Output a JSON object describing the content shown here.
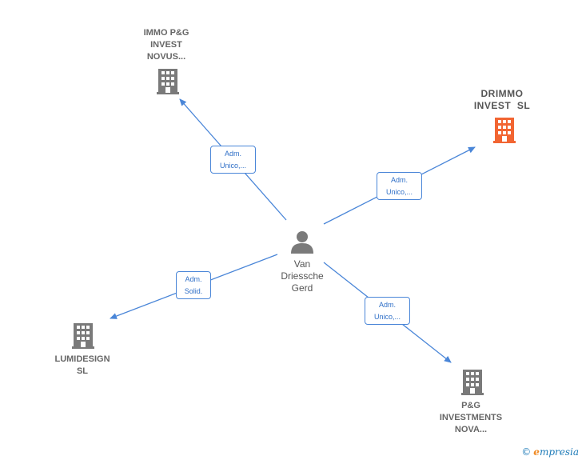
{
  "colors": {
    "edge": "#4a86d8",
    "building": "#7a7a7a",
    "building_highlight": "#f26532",
    "person": "#7a7a7a"
  },
  "center": {
    "name_lines": [
      "Van",
      "Driessche",
      "Gerd"
    ],
    "icon": "person-icon"
  },
  "companies": [
    {
      "id": "immo",
      "lines": [
        "IMMO P&G",
        "INVEST",
        "NOVUS..."
      ],
      "icon": "building-icon",
      "highlight": false
    },
    {
      "id": "drimmo",
      "lines": [
        "DRIMMO",
        "INVEST  SL"
      ],
      "icon": "building-icon",
      "highlight": true
    },
    {
      "id": "lumi",
      "lines": [
        "LUMIDESIGN",
        "SL"
      ],
      "icon": "building-icon",
      "highlight": false
    },
    {
      "id": "pg",
      "lines": [
        "P&G",
        "INVESTMENTS",
        "NOVA..."
      ],
      "icon": "building-icon",
      "highlight": false
    }
  ],
  "edges": [
    {
      "to": "immo",
      "role_lines": [
        "Adm.",
        "Unico,..."
      ]
    },
    {
      "to": "drimmo",
      "role_lines": [
        "Adm.",
        "Unico,..."
      ]
    },
    {
      "to": "lumi",
      "role_lines": [
        "Adm.",
        "Solid."
      ]
    },
    {
      "to": "pg",
      "role_lines": [
        "Adm.",
        "Unico,..."
      ]
    }
  ],
  "brand": {
    "copyright": "©",
    "e": "e",
    "rest": "mpresia"
  }
}
